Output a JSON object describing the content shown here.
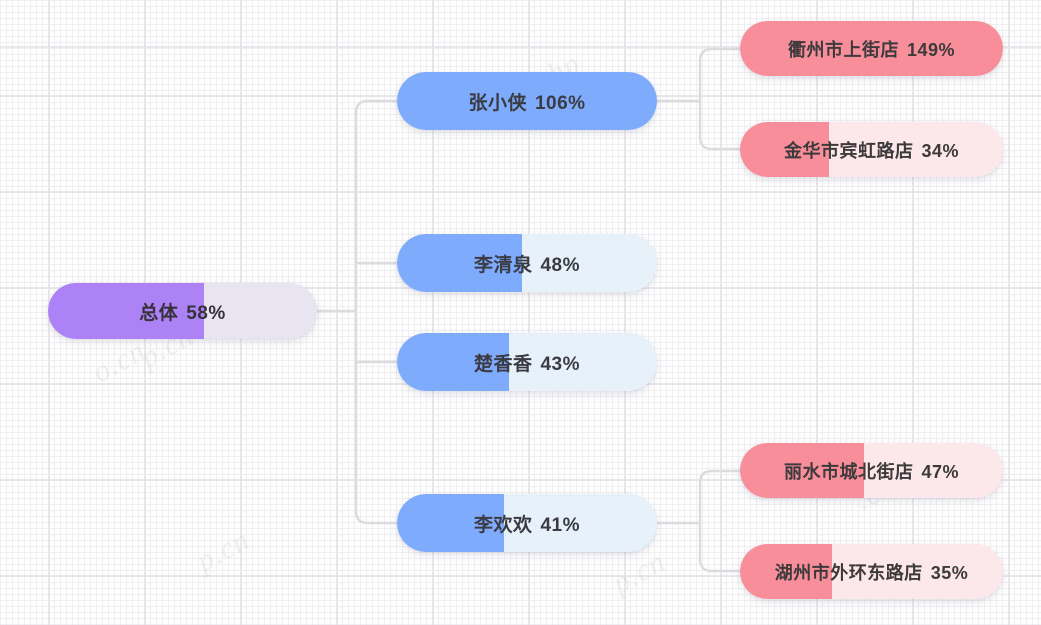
{
  "chart_data": {
    "type": "table",
    "title": "",
    "description": "Hierarchical progress tree of sales completion rates",
    "unit": "%",
    "nodes": [
      {
        "level": 1,
        "name": "总体",
        "value": 58,
        "display": "58%",
        "fill_pct": 58,
        "color": "#ae82f7",
        "track": "#e8e4f0"
      },
      {
        "level": 2,
        "name": "张小侠",
        "value": 106,
        "display": "106%",
        "fill_pct": 100,
        "color": "#7eabfb",
        "track": "#e6f1fa"
      },
      {
        "level": 2,
        "name": "李清泉",
        "value": 48,
        "display": "48%",
        "fill_pct": 48,
        "color": "#7eabfb",
        "track": "#e6f1fa"
      },
      {
        "level": 2,
        "name": "楚香香",
        "value": 43,
        "display": "43%",
        "fill_pct": 43,
        "color": "#7eabfb",
        "track": "#e6f1fa"
      },
      {
        "level": 2,
        "name": "李欢欢",
        "value": 41,
        "display": "41%",
        "fill_pct": 41,
        "color": "#7eabfb",
        "track": "#e6f1fa"
      },
      {
        "level": 3,
        "name": "衢州市上街店",
        "value": 149,
        "display": "149%",
        "fill_pct": 100,
        "color": "#f98e9b",
        "track": "#fce7ea"
      },
      {
        "level": 3,
        "name": "金华市宾虹路店",
        "value": 34,
        "display": "34%",
        "fill_pct": 34,
        "color": "#f98e9b",
        "track": "#fce7ea"
      },
      {
        "level": 3,
        "name": "丽水市城北街店",
        "value": 47,
        "display": "47%",
        "fill_pct": 47,
        "color": "#f98e9b",
        "track": "#fce7ea"
      },
      {
        "level": 3,
        "name": "湖州市外环东路店",
        "value": 35,
        "display": "35%",
        "fill_pct": 35,
        "color": "#f98e9b",
        "track": "#fce7ea"
      }
    ]
  },
  "tree": {
    "root": {
      "name": "总体",
      "percent": "58%"
    },
    "level2": [
      {
        "name": "张小侠",
        "percent": "106%"
      },
      {
        "name": "李清泉",
        "percent": "48%"
      },
      {
        "name": "楚香香",
        "percent": "43%"
      },
      {
        "name": "李欢欢",
        "percent": "41%"
      }
    ],
    "level3": [
      {
        "name": "衢州市上街店",
        "percent": "149%"
      },
      {
        "name": "金华市宾虹路店",
        "percent": "34%"
      },
      {
        "name": "丽水市城北街店",
        "percent": "47%"
      },
      {
        "name": "湖州市外环东路店",
        "percent": "35%"
      }
    ]
  },
  "watermarks": [
    "p.cn",
    "hp",
    ".cn",
    "o.cn"
  ],
  "colors": {
    "root_fill": "#ae82f7",
    "root_track": "#e8e4f0",
    "level2_fill": "#7eabfb",
    "level2_track": "#e6f1fa",
    "level3_fill": "#f98e9b",
    "level3_track": "#fce7ea",
    "connector": "#dcdcdf",
    "background": "#fefefe"
  }
}
